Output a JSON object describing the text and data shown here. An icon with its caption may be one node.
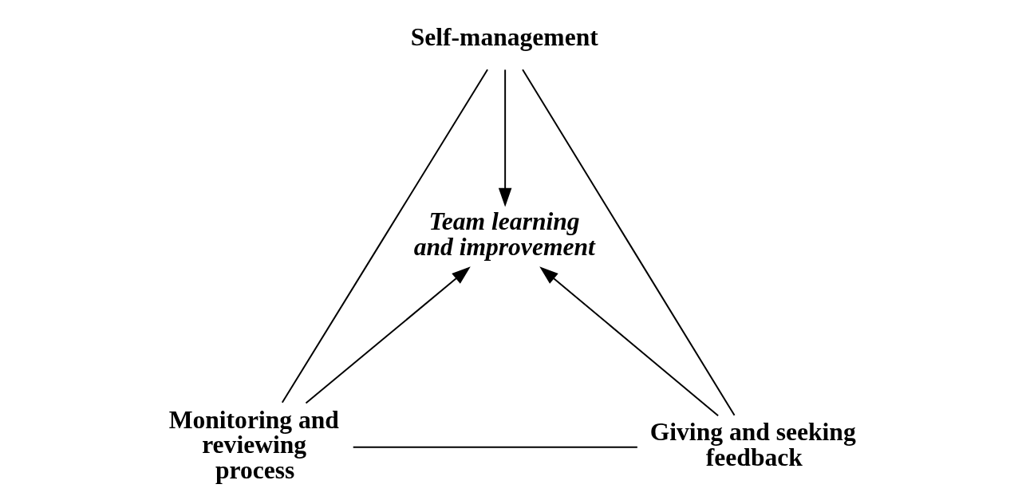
{
  "diagram": {
    "nodes": [
      {
        "text": [
          "Self-management"
        ]
      },
      {
        "text": [
          "Monitoring and reviewing process"
        ]
      },
      {
        "text": [
          "Giving and seeking feedback"
        ]
      },
      {
        "text": [
          "Team learning and improvement"
        ]
      }
    ],
    "edges": [
      {
        "from": 0,
        "to": 3,
        "arrow": "to"
      },
      {
        "from": 1,
        "to": 3,
        "arrow": "to"
      },
      {
        "from": 2,
        "to": 3,
        "arrow": "to"
      },
      {
        "from": 0,
        "to": 1,
        "arrow": "none"
      },
      {
        "from": 0,
        "to": 2,
        "arrow": "none"
      },
      {
        "from": 1,
        "to": 2,
        "arrow": "none"
      }
    ]
  }
}
